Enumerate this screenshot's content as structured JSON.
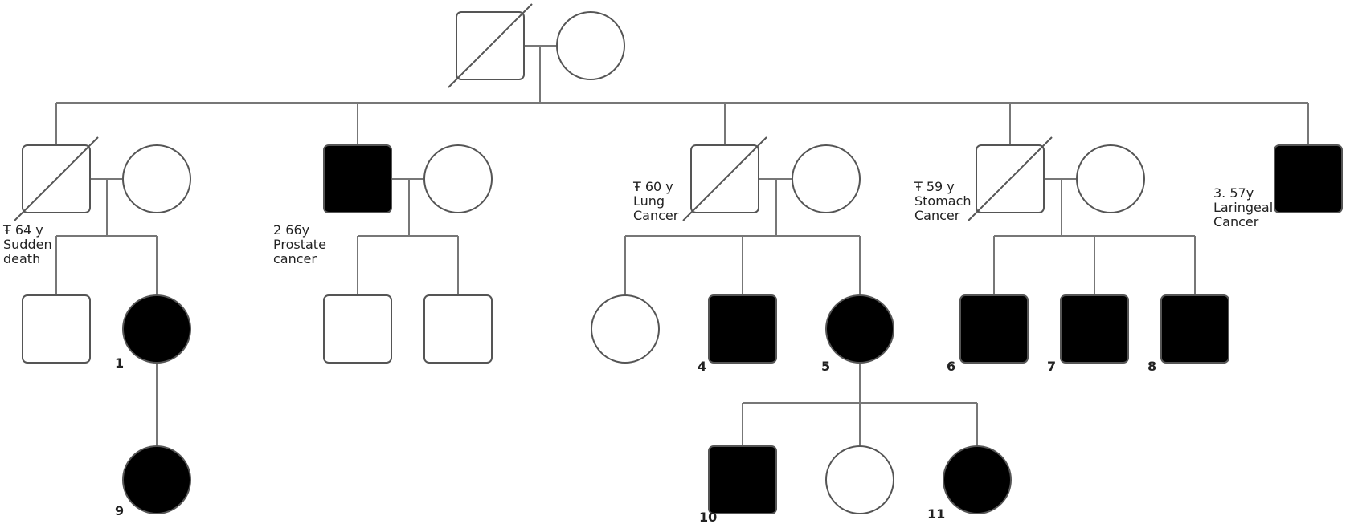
{
  "pedigree": {
    "colors": {
      "affected": "#000000",
      "unaffected": "#ffffff",
      "stroke": "#555555",
      "line": "#777777"
    },
    "individuals": [
      {
        "id": "g1_father",
        "sex": "male",
        "affected": false,
        "deceased": true
      },
      {
        "id": "g1_mother",
        "sex": "female",
        "affected": false,
        "deceased": false
      },
      {
        "id": "g2_a",
        "sex": "male",
        "affected": false,
        "deceased": true,
        "annotation": [
          "Ŧ 64 y",
          "Sudden",
          "death"
        ]
      },
      {
        "id": "g2_a_wife",
        "sex": "female",
        "affected": false,
        "deceased": false
      },
      {
        "id": "g2_b",
        "sex": "male",
        "affected": true,
        "deceased": false,
        "annotation": [
          "2 66y",
          "Prostate",
          "cancer"
        ]
      },
      {
        "id": "g2_b_wife",
        "sex": "female",
        "affected": false,
        "deceased": false
      },
      {
        "id": "g2_c",
        "sex": "male",
        "affected": false,
        "deceased": true,
        "annotation": [
          "Ŧ 60 y",
          "Lung",
          "Cancer"
        ]
      },
      {
        "id": "g2_c_wife",
        "sex": "female",
        "affected": false,
        "deceased": false
      },
      {
        "id": "g2_d",
        "sex": "male",
        "affected": false,
        "deceased": true,
        "annotation": [
          "Ŧ 59 y",
          "Stomach",
          "Cancer"
        ]
      },
      {
        "id": "g2_d_wife",
        "sex": "female",
        "affected": false,
        "deceased": false
      },
      {
        "id": "g2_e",
        "sex": "male",
        "affected": true,
        "deceased": false,
        "annotation": [
          "3. 57y",
          "Laringeal",
          "Cancer"
        ]
      },
      {
        "id": "g3_a1",
        "sex": "male",
        "affected": false,
        "deceased": false
      },
      {
        "id": "g3_a2",
        "sex": "female",
        "affected": true,
        "deceased": false,
        "label": "1"
      },
      {
        "id": "g3_b1",
        "sex": "male",
        "affected": false,
        "deceased": false
      },
      {
        "id": "g3_b2",
        "sex": "male",
        "affected": false,
        "deceased": false
      },
      {
        "id": "g3_c1",
        "sex": "female",
        "affected": false,
        "deceased": false
      },
      {
        "id": "g3_c2",
        "sex": "male",
        "affected": true,
        "deceased": false,
        "label": "4"
      },
      {
        "id": "g3_c3",
        "sex": "female",
        "affected": true,
        "deceased": false,
        "label": "5"
      },
      {
        "id": "g3_d1",
        "sex": "male",
        "affected": true,
        "deceased": false,
        "label": "6"
      },
      {
        "id": "g3_d2",
        "sex": "male",
        "affected": true,
        "deceased": false,
        "label": "7"
      },
      {
        "id": "g3_d3",
        "sex": "male",
        "affected": true,
        "deceased": false,
        "label": "8"
      },
      {
        "id": "g4_a",
        "sex": "female",
        "affected": true,
        "deceased": false,
        "label": "9"
      },
      {
        "id": "g4_c1",
        "sex": "male",
        "affected": true,
        "deceased": false,
        "label": "10"
      },
      {
        "id": "g4_c2",
        "sex": "female",
        "affected": false,
        "deceased": false
      },
      {
        "id": "g4_c3",
        "sex": "female",
        "affected": true,
        "deceased": false,
        "label": "11"
      }
    ]
  }
}
